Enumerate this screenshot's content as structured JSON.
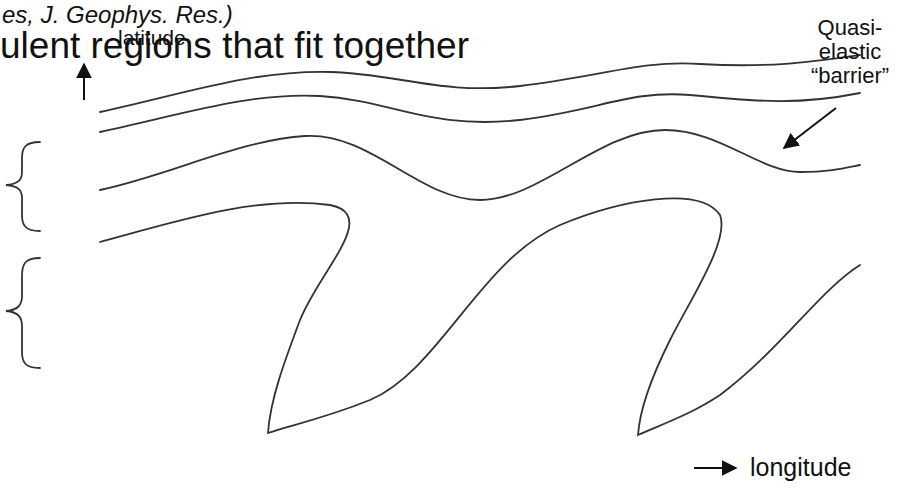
{
  "diagram": {
    "labels": [
      "es, J. Geophys. Res.)",
      "ulent regions that fit together",
      "latitude",
      "Quasi- elastic “barrier”",
      "longitude"
    ]
  }
}
